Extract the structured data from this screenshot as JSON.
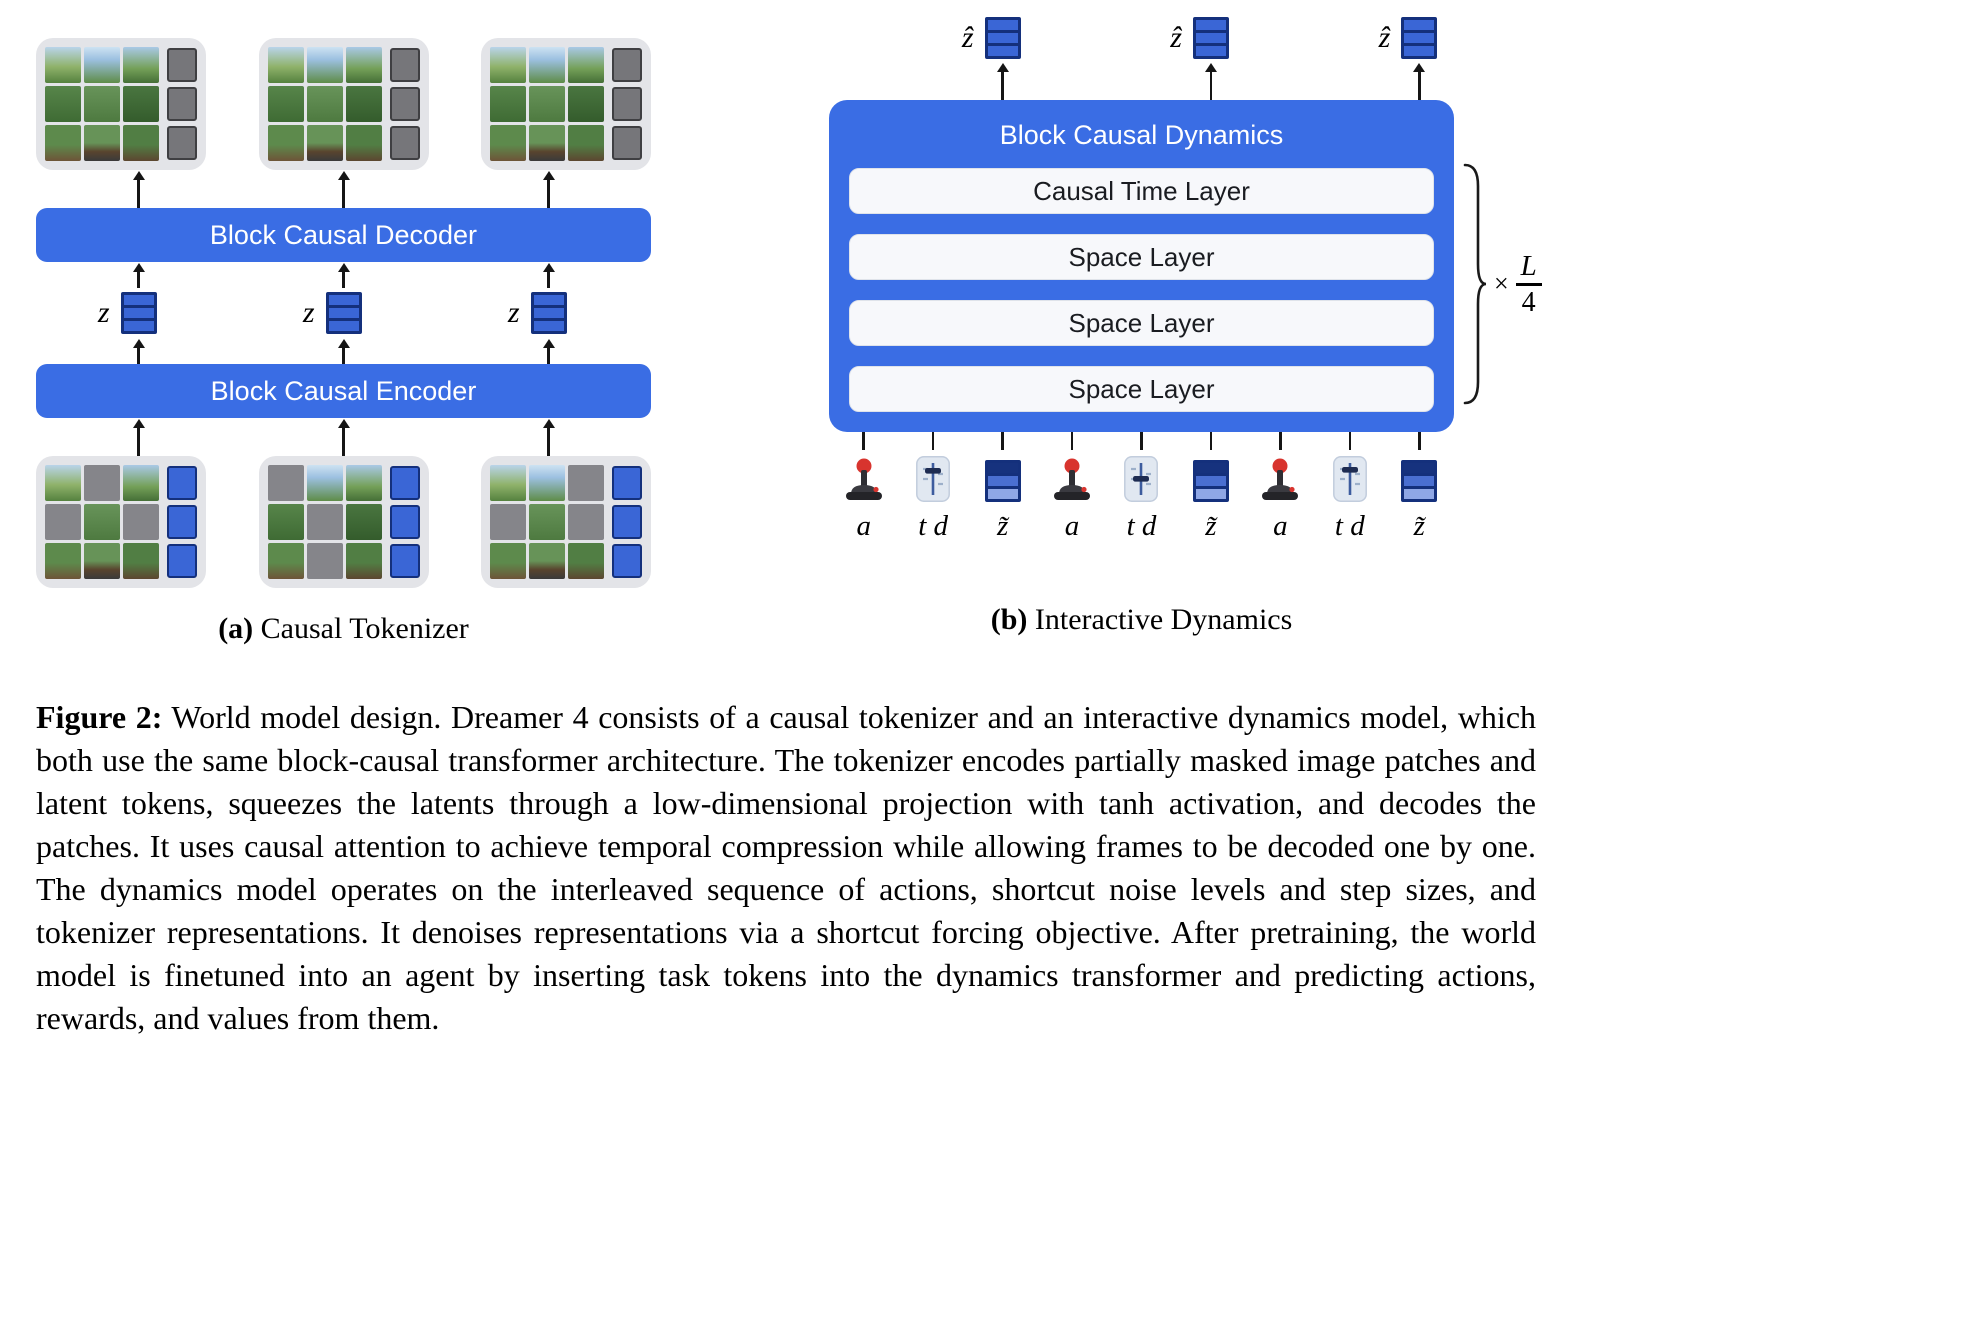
{
  "colors": {
    "accent_blue": "#3a6de4",
    "token_blue": "#3a66d6",
    "token_border_navy": "#14307c",
    "mask_gray": "#85858a",
    "card_gray": "#e3e4e8"
  },
  "icons": {
    "action": "joystick-icon",
    "noise_and_step": "slider-icon",
    "latent": "token-stack"
  },
  "panel_a": {
    "caption_tag": "(a)",
    "caption_text": "Causal Tokenizer",
    "decoder_label": "Block Causal Decoder",
    "encoder_label": "Block Causal Encoder",
    "latent_label": "z",
    "top_frames": [
      {
        "cells": [
          "img",
          "img",
          "img",
          "img",
          "img",
          "img",
          "img",
          "img",
          "img"
        ]
      },
      {
        "cells": [
          "img",
          "img",
          "img",
          "img",
          "img",
          "img",
          "img",
          "img",
          "img"
        ]
      },
      {
        "cells": [
          "img",
          "img",
          "img",
          "img",
          "img",
          "img",
          "img",
          "img",
          "img"
        ]
      }
    ],
    "bottom_frames": [
      {
        "cells": [
          "img",
          "mask",
          "img",
          "mask",
          "img",
          "mask",
          "img",
          "img",
          "img"
        ]
      },
      {
        "cells": [
          "mask",
          "img",
          "img",
          "img",
          "mask",
          "img",
          "img",
          "mask",
          "img"
        ]
      },
      {
        "cells": [
          "img",
          "img",
          "mask",
          "mask",
          "img",
          "mask",
          "img",
          "img",
          "img"
        ]
      }
    ]
  },
  "panel_b": {
    "caption_tag": "(b)",
    "caption_text": "Interactive Dynamics",
    "box_title": "Block Causal Dynamics",
    "layers": [
      "Causal Time Layer",
      "Space Layer",
      "Space Layer",
      "Space Layer"
    ],
    "output_label": "ẑ",
    "repeat_times": "×",
    "repeat_numerator": "L",
    "repeat_denominator": "4",
    "input_labels": [
      "a",
      "t d",
      "z̃"
    ]
  },
  "caption": {
    "tag": "Figure 2:",
    "text": "World model design. Dreamer 4 consists of a causal tokenizer and an interactive dynamics model, which both use the same block-causal transformer architecture. The tokenizer encodes partially masked image patches and latent tokens, squeezes the latents through a low-dimensional projection with tanh activation, and decodes the patches. It uses causal attention to achieve temporal compression while allowing frames to be decoded one by one. The dynamics model operates on the interleaved sequence of actions, shortcut noise levels and step sizes, and tokenizer representations. It denoises representations via a shortcut forcing objective. After pretraining, the world model is finetuned into an agent by inserting task tokens into the dynamics transformer and predicting actions, rewards, and values from them."
  }
}
